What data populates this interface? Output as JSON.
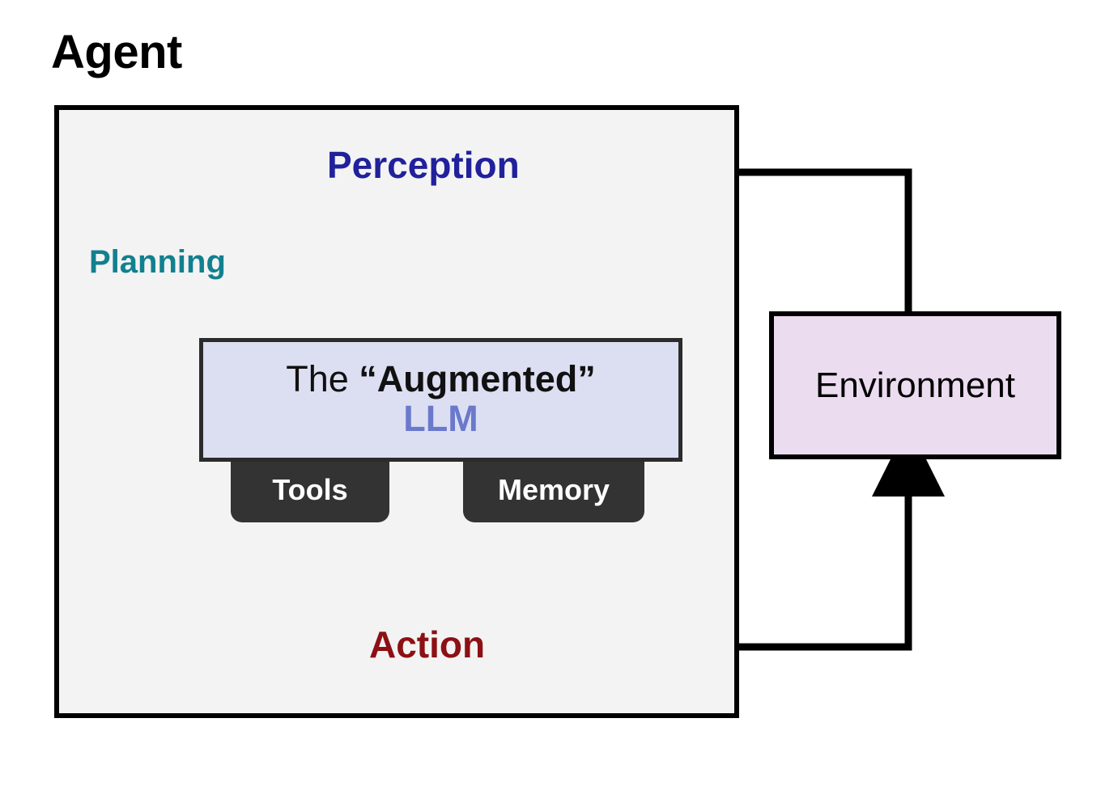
{
  "diagram": {
    "title": "Agent",
    "agent_container_label": "Agent",
    "nodes": {
      "perception": "Perception",
      "planning": "Planning",
      "action": "Action",
      "environment": "Environment"
    },
    "llm_box": {
      "line1_prefix": "The ",
      "line1_quoted": "“Augmented”",
      "line2": "LLM"
    },
    "attachments": [
      {
        "label": "Tools"
      },
      {
        "label": "Memory"
      }
    ],
    "edges": [
      {
        "name": "environment-to-perception",
        "from": "Environment",
        "to": "Perception",
        "style": "orthogonal-arrow"
      },
      {
        "name": "perception-to-llm",
        "from": "Perception",
        "to": "The “Augmented” LLM",
        "style": "straight-line"
      },
      {
        "name": "llm-to-action",
        "from": "The “Augmented” LLM",
        "to": "Action",
        "style": "straight-arrow"
      },
      {
        "name": "action-to-environment",
        "from": "Action",
        "to": "Environment",
        "style": "orthogonal-arrow"
      },
      {
        "name": "planning-self-loop",
        "from": "The “Augmented” LLM",
        "to": "The “Augmented” LLM",
        "style": "curved-self-loop-arrow"
      }
    ],
    "colors": {
      "perception": "#21219c",
      "planning": "#11808f",
      "action": "#8c1014",
      "llm_text": "#6b79cc",
      "llm_box_fill": "#dcdff2",
      "llm_box_border": "#2b2b2b",
      "environment_fill": "#ecdcf0",
      "environment_border": "#000000",
      "agent_fill": "#f3f3f3",
      "agent_border": "#000000",
      "tab_fill": "#333333",
      "tab_text": "#ffffff",
      "arrow": "#000000",
      "page_background": "#ffffff"
    }
  }
}
